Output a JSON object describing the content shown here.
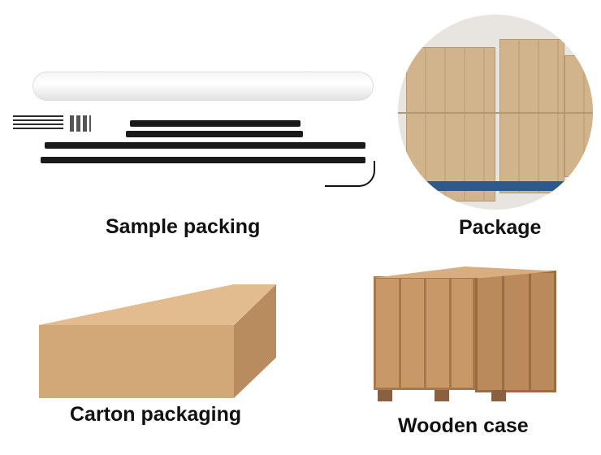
{
  "sections": [
    {
      "label": "Sample packing"
    },
    {
      "label": "Package"
    },
    {
      "label": "Carton packaging"
    },
    {
      "label": "Wooden case"
    }
  ],
  "colors": {
    "cardboard": "#d2a878",
    "wood": "#c89868",
    "bar": "#1a1a1a"
  }
}
